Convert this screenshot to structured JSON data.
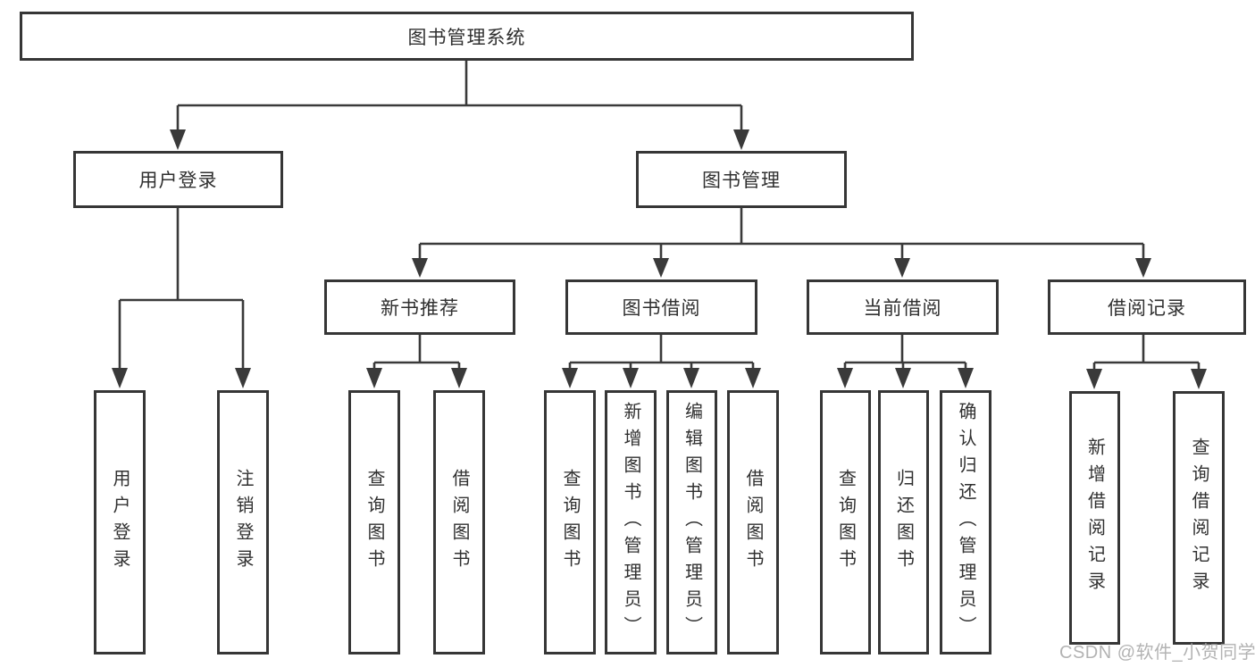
{
  "diagram": {
    "tree": {
      "label": "图书管理系统",
      "children": [
        {
          "label": "用户登录",
          "children": [
            {
              "label": "用户登录"
            },
            {
              "label": "注销登录"
            }
          ]
        },
        {
          "label": "图书管理",
          "children": [
            {
              "label": "新书推荐",
              "children": [
                {
                  "label": "查询图书"
                },
                {
                  "label": "借阅图书"
                }
              ]
            },
            {
              "label": "图书借阅",
              "children": [
                {
                  "label": "查询图书"
                },
                {
                  "label": "新增图书（管理员）"
                },
                {
                  "label": "编辑图书（管理员）"
                },
                {
                  "label": "借阅图书"
                }
              ]
            },
            {
              "label": "当前借阅",
              "children": [
                {
                  "label": "查询图书"
                },
                {
                  "label": "归还图书"
                },
                {
                  "label": "确认归还（管理员）"
                }
              ]
            },
            {
              "label": "借阅记录",
              "children": [
                {
                  "label": "新增借阅记录"
                },
                {
                  "label": "查询借阅记录"
                }
              ]
            }
          ]
        }
      ]
    },
    "watermark": {
      "text": "CSDN @软件_小贺同学"
    },
    "colors": {
      "line": "#3a3a3a",
      "border": "#363636",
      "text": "#303030",
      "watermark": "#ababab",
      "background": "#ffffff"
    }
  }
}
